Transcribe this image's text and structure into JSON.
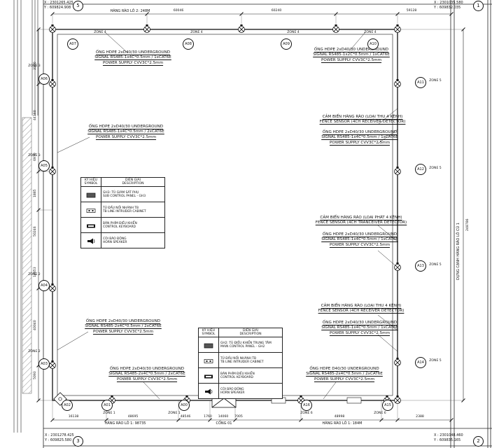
{
  "bubbles": {
    "tl": "5",
    "tr": "1",
    "bl": "3",
    "br": "2"
  },
  "coords": {
    "tl": "X : 2301265.425\nY : 609824.908",
    "tr": "X : 2301035.580\nY : 609832.035",
    "bl": "X : 2301278.425\nY : 609825.580",
    "br": "X : 2301048.460\nY : 609835.165"
  },
  "markers": {
    "a00": "A00",
    "a01": "A01",
    "a02": "A02",
    "a03": "A03",
    "a04": "A04",
    "a05": "A05",
    "a06": "A06",
    "a07": "A07",
    "a08": "A08",
    "a09": "A09",
    "a10": "A10",
    "a11": "A11",
    "a12": "A12",
    "a13": "A13",
    "a14": "A14",
    "a15": "A15",
    "a16": "A16"
  },
  "zones": {
    "z1": "ZONE 1",
    "z2": "ZONE 2",
    "z3": "ZONE 3",
    "z4": "ZONE 4",
    "z5": "ZONE 5",
    "z6": "ZONE 6"
  },
  "callouts": {
    "c1": "ỐNG HDPE 2xD40/30 UNDERGROUND\nSIGNAL RS485-1x4C*0.5mm / 1xCAT6E\nPOWER SUPPLY CVV3C*2.5mm",
    "c2": "ỐNG HDPE 2xD40/30 UNDERGROUND\nSIGNAL RS485-1x2C*0.5mm / 1xCAT6E\nPOWER SUPPLY CVV3C*2.5mm",
    "c3": "CẢM BIẾN HÀNG RÀO (LOẠI THU 4 KÊNH)\nFENCE SENSOR (4CH RECEIVER DETECTOR)",
    "c4": "ỐNG HDPE 2xD40/30 UNDERGROUND\nSIGNAL RS485-1x4C*0.5mm / 1xCAT6E\nPOWER SUPPLY CVV3C*2.5mm",
    "c5": "ỐNG HDPE 2xD40/30 UNDERGROUND\nSIGNAL RS485-1x4C*0.5mm / 2xCAT6E\nPOWER SUPPLY CVV3C*2.5mm",
    "c6": "CẢM BIẾN HÀNG RÀO (LOẠI PHÁT 4 KÊNH)\nFENCE SENSOR (4CH TRANCEIVER DETECTOR)",
    "c7": "ỐNG HDPE 2xD40/30 UNDERGROUND\nSIGNAL RS485-1x4C*0.5mm / 1xCAT6E\nPOWER SUPPLY CVV3C*2.5mm",
    "c8": "ỐNG HDPE 2xD40/30 UNDERGROUND\nSIGNAL RS485-2x4C*0.5mm / 2xCAT6E\nPOWER SUPPLY CVV3C*2.5mm",
    "c9": "CẢM BIẾN HÀNG RÀO (LOẠI THU 4 KÊNH)\nFENCE SENSOR (4CH RECEIVER DETECTOR)",
    "c10": "ỐNG HDPE 2xD40/30 UNDERGROUND\nSIGNAL RS485-1x4C*0.5mm / 1xCAT6E\nPOWER SUPPLY CVV3C*2.5mm",
    "c11": "ỐNG HDPE 2xD40/30 UNDERGROUND\nSIGNAL RS485-2x4C*0.5mm / 2xCAT6E\nPOWER SUPPLY CVV3C*2.5mm",
    "c12": "ỐNG HDPE D40/30 UNDERGROUND\nSIGNAL RS485-2x4C*0.5mm / 2xCAT6E\nPOWER SUPPLY CVV3C*2.5mm"
  },
  "legend_sub": {
    "h_symbol": "KÝ HIỆU\nSYMBOL",
    "h_desc": "DIỄN GIẢI\nDESCRIPTION",
    "rows": [
      {
        "desc": "GH3: TỦ GIÁM SÁT PHỤ\nSUB CONTROL PANEL - GH3"
      },
      {
        "desc": "TỦ ĐẤU NỐI NHÁNH TB\nTB LINE INTRUDER CABINET"
      },
      {
        "desc": "BÀN PHÍM ĐIỀU KHIỂN\nCONTROL KEYBOARD"
      },
      {
        "desc": "CÒI BÁO ĐỘNG\nHORN SPEAKER"
      }
    ]
  },
  "legend_main": {
    "h_symbol": "KÝ HIỆU\nSYMBOL",
    "h_desc": "DIỄN GIẢI\nDESCRIPTION",
    "rows": [
      {
        "desc": "GH2: TỦ ĐIỀU KHIỂN TRUNG TÂM\nMAIN CONTROL PANEL - GH2"
      },
      {
        "desc": "TỦ ĐẤU NỐI NHÁNH TB\nTB LINE INTRUDER CABINET"
      },
      {
        "desc": "BÀN PHÍM ĐIỀU KHIỂN\nCONTROL KEYBOARD"
      },
      {
        "desc": "CÒI BÁO ĐỘNG\nHORN SPEAKER"
      }
    ]
  },
  "dims": {
    "top_label": "HÀNG RÀO LÔ 2: 248M",
    "top": [
      "60046",
      "60240",
      "59128"
    ],
    "bottom": [
      "16138",
      "48695",
      "48546",
      "1760",
      "14060",
      "7005",
      "48998",
      "2388"
    ],
    "bottom_label_left": "HÀNG RÀO LÔ 1: 98735",
    "bottom_label_right": "HÀNG RÀO LÔ 1: 184M",
    "left": [
      "3100",
      "44160",
      "6970",
      "1885",
      "50246",
      "12853",
      "40040",
      "5093"
    ],
    "right_span": "248786",
    "right_label": "DỰNG CẠNH HÀNG RÀO LÔ CŨ 1",
    "gate_label": "CỔNG 01"
  }
}
